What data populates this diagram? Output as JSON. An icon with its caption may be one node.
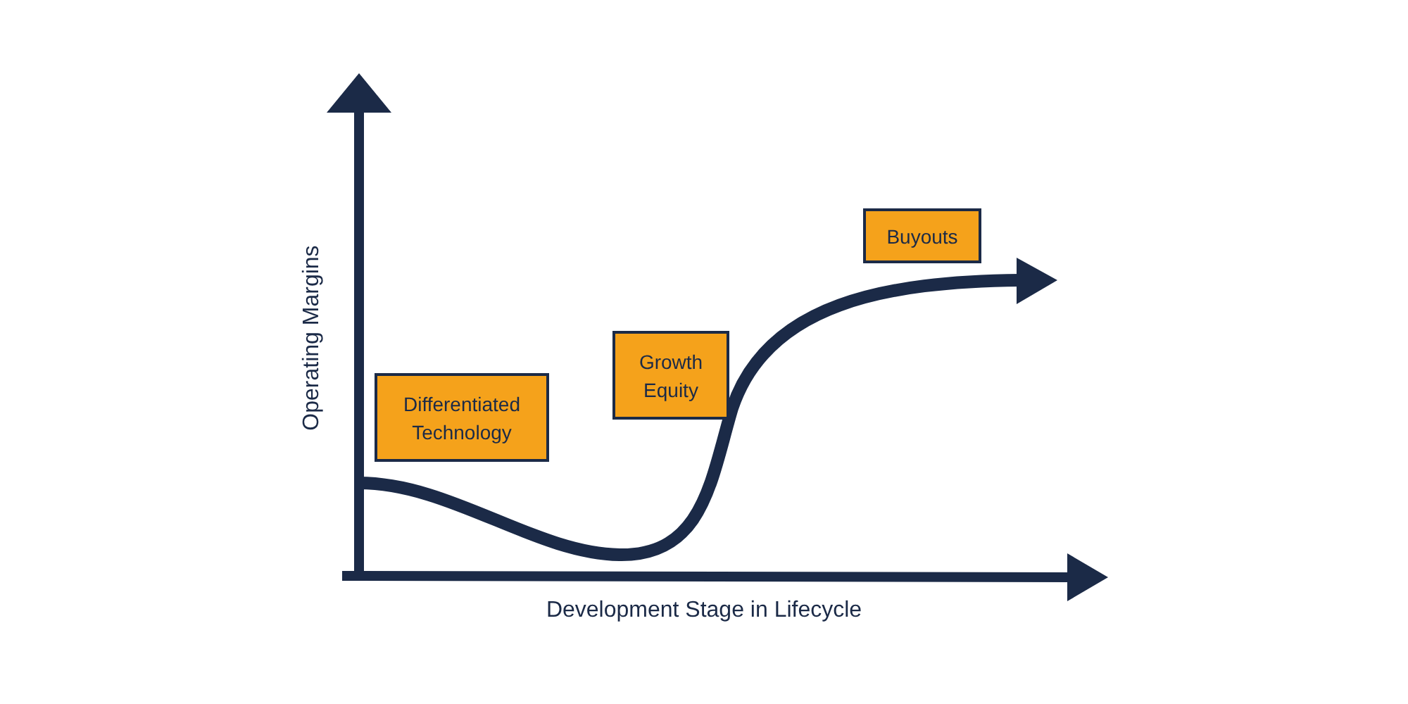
{
  "diagram": {
    "nodes": [
      {
        "text": [
          "Differentiated Technology"
        ]
      },
      {
        "text": [
          "Growth Equity"
        ]
      },
      {
        "text": [
          "Buyouts"
        ]
      }
    ],
    "labels": [
      "Operating Margins",
      "Development Stage in Lifecycle"
    ]
  }
}
